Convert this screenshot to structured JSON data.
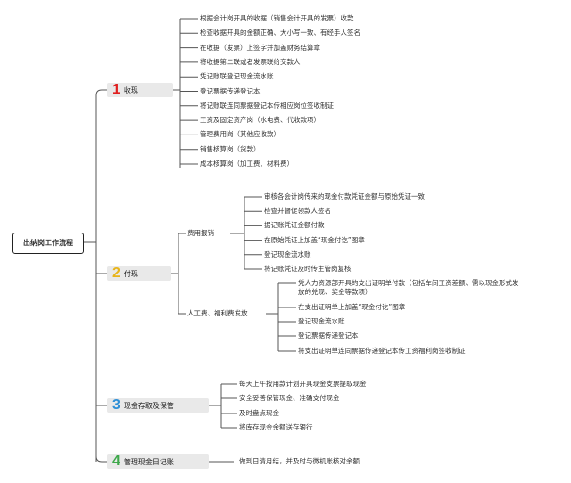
{
  "root": "出纳岗工作流程",
  "colors": {
    "s1": "#e02020",
    "s2": "#e8b419",
    "s3": "#2e8fd6",
    "s4": "#3ea84b",
    "line": "#555555"
  },
  "s1": {
    "num": "1",
    "label": "收现",
    "items": [
      "根据会计岗开具的收据（销售会计开具的发票）收款",
      "检查收据开具的金额正确、大小写一致、有经手人签名",
      "在收据（发票）上签字并加盖财务结算章",
      "将收据第二联或者发票联给交款人",
      "凭记账联登记现金流水账",
      "登记票据传递登记本",
      "将记账联连同票据登记本传相应岗位签收制证",
      "工资及固定资产岗（水电费、代收款项）",
      "管理费用岗（其他应收款）",
      "销售核算岗（货款）",
      "成本核算岗（加工费、材料费）"
    ]
  },
  "s2": {
    "num": "2",
    "label": "付现",
    "a": {
      "label": "费用报销",
      "items": [
        "审核各会计岗传来的现金付款凭证金额与原始凭证一致",
        "检查并督促领款人签名",
        "据记账凭证金额付款",
        "在原始凭证上加盖“现金付讫”图章",
        "登记现金流水账",
        "将记账凭证及时传主管岗复核"
      ]
    },
    "b": {
      "label": "人工费、福利费发放",
      "items": [
        "凭人力资源部开具的支出证明单付款（包括车间工资差额、需以现金形式发放的兑现、奖金等款项）",
        "在支出证明单上加盖“现金付讫”图章",
        "登记现金流水账",
        "登记票据传递登记本",
        "将支出证明单连同票据传递登记本传工资福利岗签收制证"
      ]
    }
  },
  "s3": {
    "num": "3",
    "label": "现金存取及保管",
    "items": [
      "每天上午按用款计划开具现金支票提取现金",
      "安全妥善保管现金、准确支付现金",
      "及时盘点现金",
      "将库存现金余额送存银行"
    ]
  },
  "s4": {
    "num": "4",
    "label": "管理现金日记账",
    "items": [
      "做到日清月结，并及时与微机账核对余额"
    ]
  }
}
